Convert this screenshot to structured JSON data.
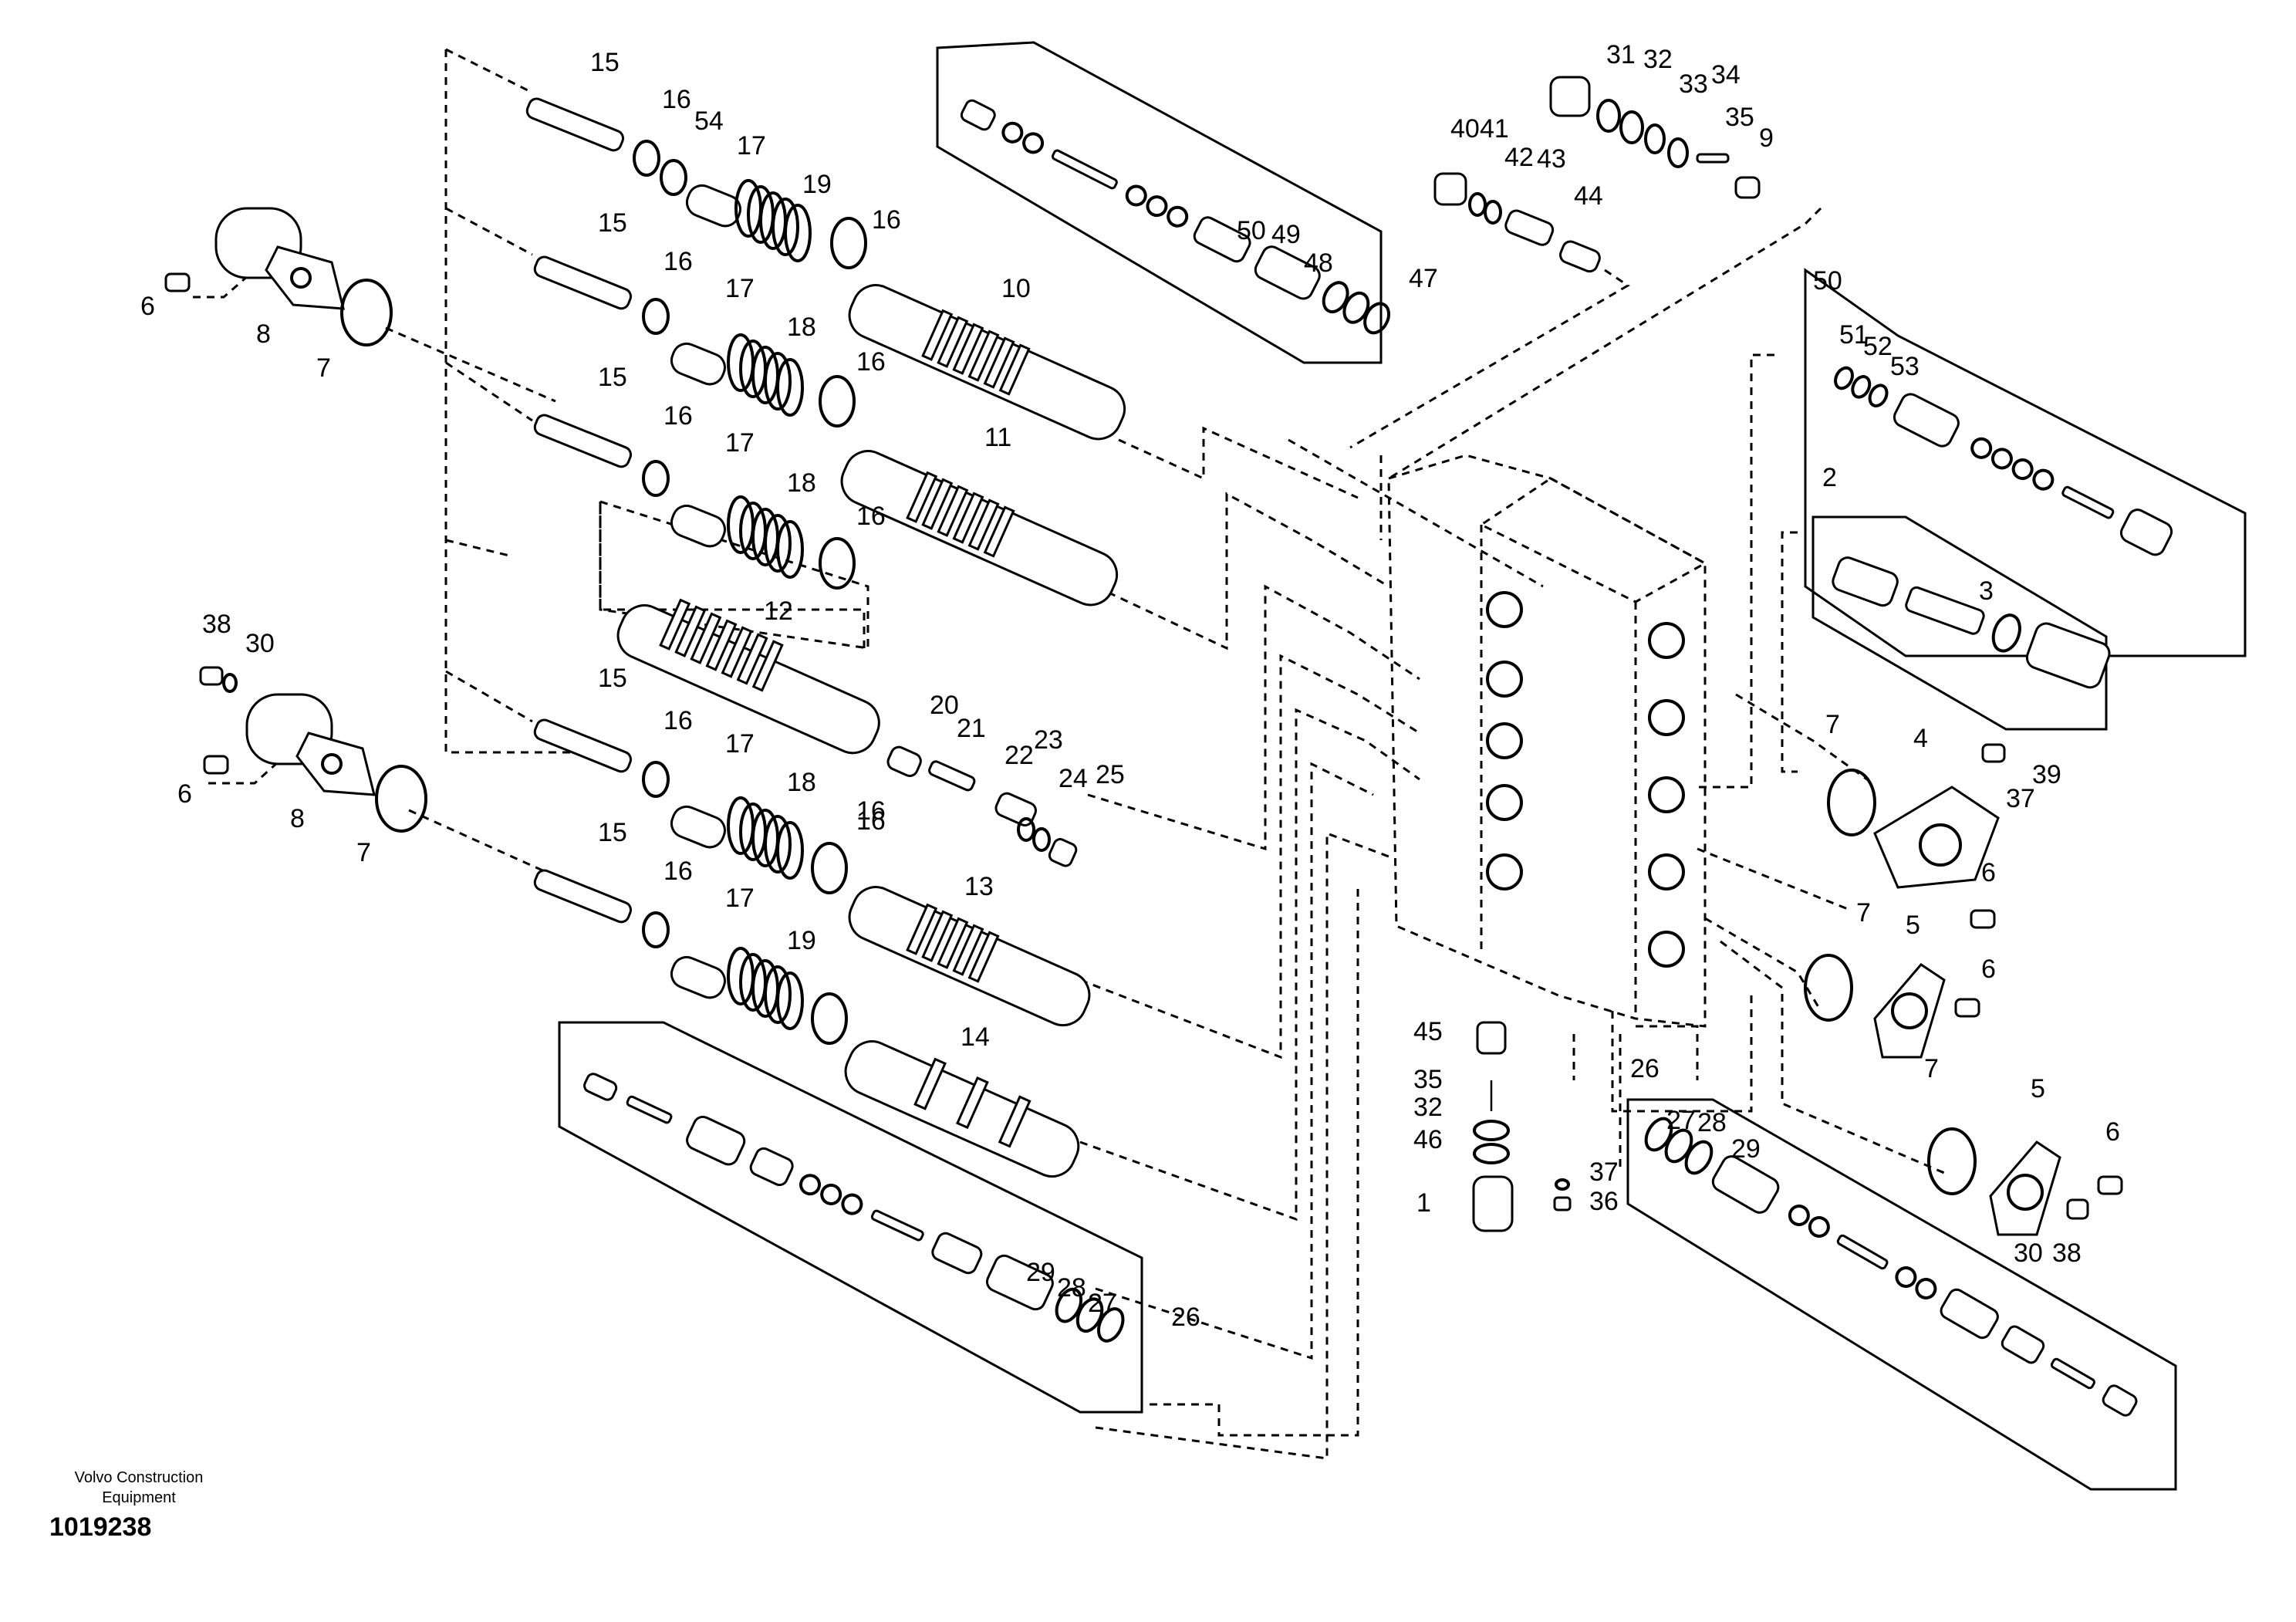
{
  "brand_line1": "Volvo Construction",
  "brand_line2": "Equipment",
  "drawing_number": "1019238",
  "labels": [
    "15",
    "16",
    "54",
    "17",
    "19",
    "16",
    "15",
    "16",
    "17",
    "18",
    "16",
    "10",
    "15",
    "16",
    "17",
    "18",
    "16",
    "11",
    "12",
    "15",
    "16",
    "17",
    "18",
    "16",
    "20",
    "21",
    "22",
    "23",
    "24",
    "25",
    "15",
    "16",
    "17",
    "19",
    "16",
    "13",
    "14",
    "6",
    "8",
    "7",
    "38",
    "30",
    "6",
    "8",
    "7",
    "50",
    "49",
    "48",
    "47",
    "29",
    "28",
    "27",
    "26",
    "31",
    "32",
    "33",
    "34",
    "35",
    "9",
    "40",
    "41",
    "42",
    "43",
    "44",
    "50",
    "51",
    "52",
    "53",
    "2",
    "3",
    "7",
    "4",
    "39",
    "37",
    "6",
    "7",
    "5",
    "6",
    "7",
    "5",
    "6",
    "30",
    "38",
    "45",
    "35",
    "32",
    "46",
    "1",
    "37",
    "36",
    "26",
    "27",
    "28",
    "29"
  ]
}
